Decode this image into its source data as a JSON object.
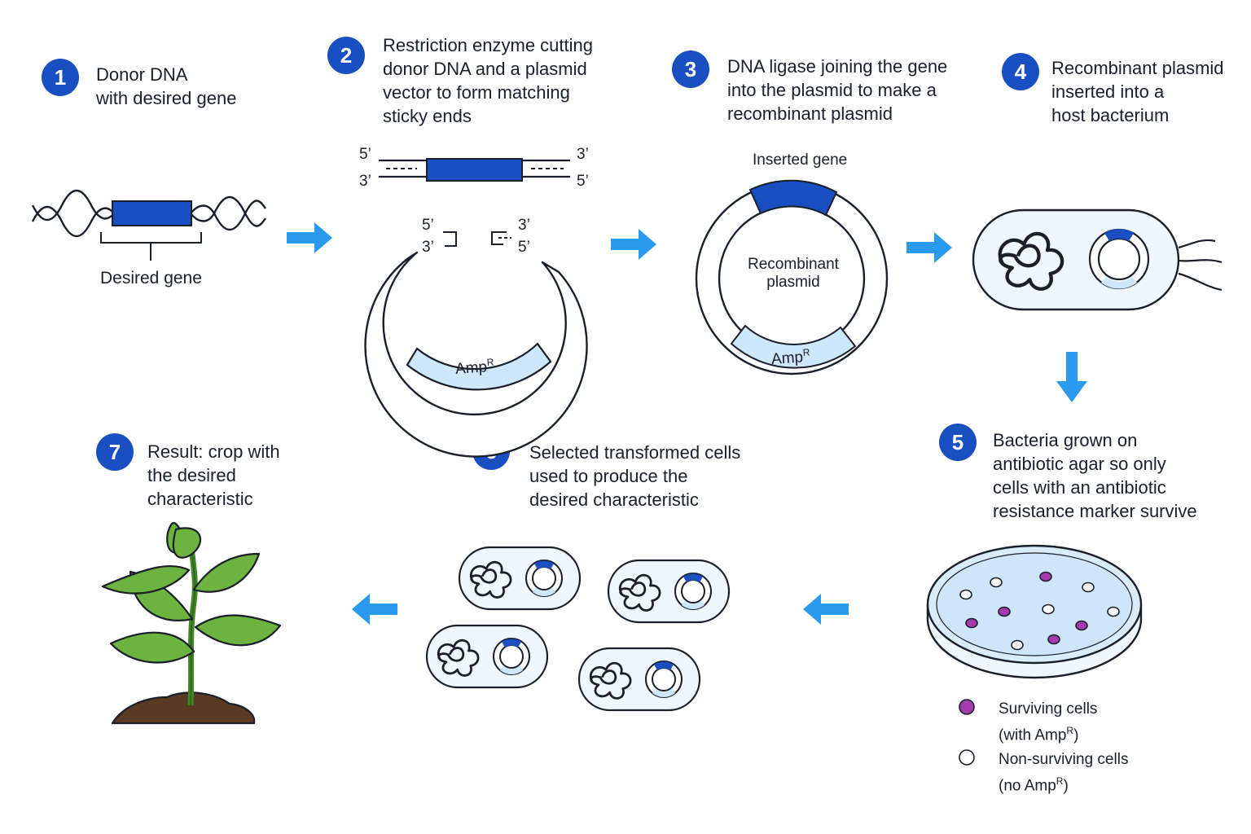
{
  "colors": {
    "badge": "#1a4fc2",
    "arrow": "#2b9bf0",
    "gene": "#1a4fc2",
    "ampr": "#cfe7fa",
    "cell_fill": "#eef6fe",
    "surviving": "#a53aae",
    "plant_leaf": "#6db33f",
    "soil": "#5a3a22"
  },
  "steps": [
    {
      "number": "1",
      "lines": [
        "Donor DNA",
        "with desired gene"
      ]
    },
    {
      "number": "2",
      "lines": [
        "Restriction enzyme cutting",
        "donor DNA and a plasmid",
        "vector to form matching",
        "sticky ends"
      ]
    },
    {
      "number": "3",
      "lines": [
        "DNA ligase joining the gene",
        "into the plasmid to make a",
        "recombinant plasmid"
      ]
    },
    {
      "number": "4",
      "lines": [
        "Recombinant plasmid",
        "inserted into a",
        "host bacterium"
      ]
    },
    {
      "number": "5",
      "lines": [
        "Bacteria grown on",
        "antibiotic agar so only",
        "cells with an antibiotic",
        "resistance marker survive"
      ]
    },
    {
      "number": "6",
      "lines": [
        "Selected transformed cells",
        "used to produce the",
        "desired characteristic"
      ]
    },
    {
      "number": "7",
      "lines": [
        "Result: crop with",
        "the desired",
        "characteristic"
      ]
    }
  ],
  "labels": {
    "desired_gene": "Desired gene",
    "five_prime": "5’",
    "three_prime": "3’",
    "amp": "Amp",
    "amp_sup": "R",
    "inserted_gene": "Inserted gene",
    "recombinant_line1": "Recombinant",
    "recombinant_line2": "plasmid"
  },
  "legend": {
    "surviving_line1": "Surviving cells",
    "surviving_line2_pre": "(with Amp",
    "surviving_line2_post": ")",
    "non_surviving_line1": "Non-surviving cells",
    "non_surviving_line2_pre": "(no Amp",
    "non_surviving_line2_post": ")"
  },
  "icons": [
    "arrow-right-icon",
    "arrow-down-icon",
    "arrow-left-icon",
    "dna-helix-icon",
    "plasmid-icon",
    "bacterium-icon",
    "petri-dish-icon",
    "plant-icon"
  ]
}
